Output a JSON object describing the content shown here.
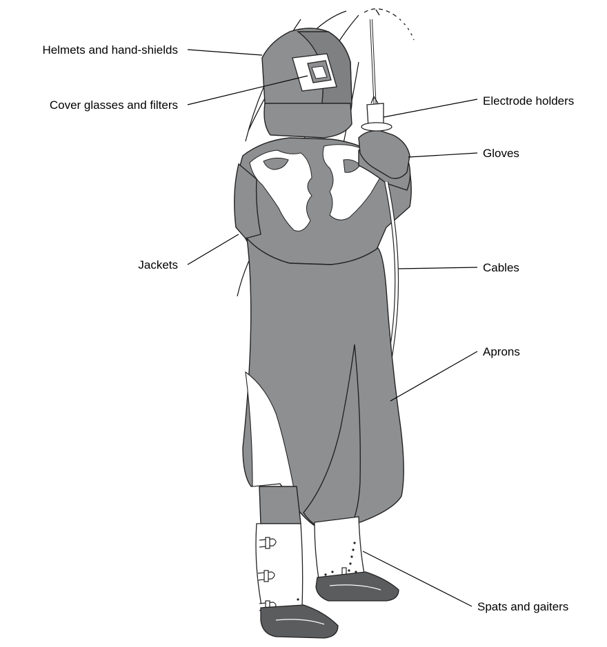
{
  "colors": {
    "garment": "#8e8f91",
    "garment_dark": "#6e6f71",
    "boot": "#5b5c5e",
    "highlight": "#ffffff",
    "outline": "#222222"
  },
  "labels": {
    "helmets": "Helmets and hand-shields",
    "cover_glasses": "Cover glasses and filters",
    "electrode_holders": "Electrode holders",
    "gloves": "Gloves",
    "jackets": "Jackets",
    "cables": "Cables",
    "aprons": "Aprons",
    "spats": "Spats and gaiters"
  }
}
